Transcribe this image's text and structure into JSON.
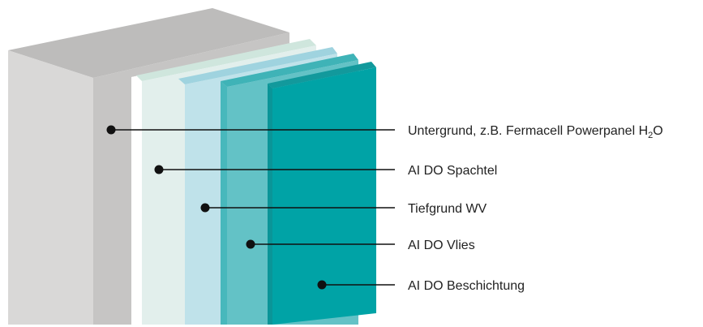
{
  "diagram": {
    "layers": [
      {
        "label": "Untergrund, z.B. Fermacell Powerpanel H",
        "subscript": "2",
        "suffix": "O",
        "color": "#c8c8c8"
      },
      {
        "label": "AI DO Spachtel",
        "color": "#e2efec"
      },
      {
        "label": "Tiefgrund WV",
        "color": "#bfe2ea"
      },
      {
        "label": "AI DO Vlies",
        "color": "#63c2c6"
      },
      {
        "label": "AI DO Beschichtung",
        "color": "#00a3a6"
      }
    ],
    "colors": {
      "substrate_front": "#d9d8d7",
      "substrate_side": "#c6c5c4",
      "substrate_top": "#bdbcbb",
      "line": "#111111",
      "text": "#222222"
    }
  }
}
